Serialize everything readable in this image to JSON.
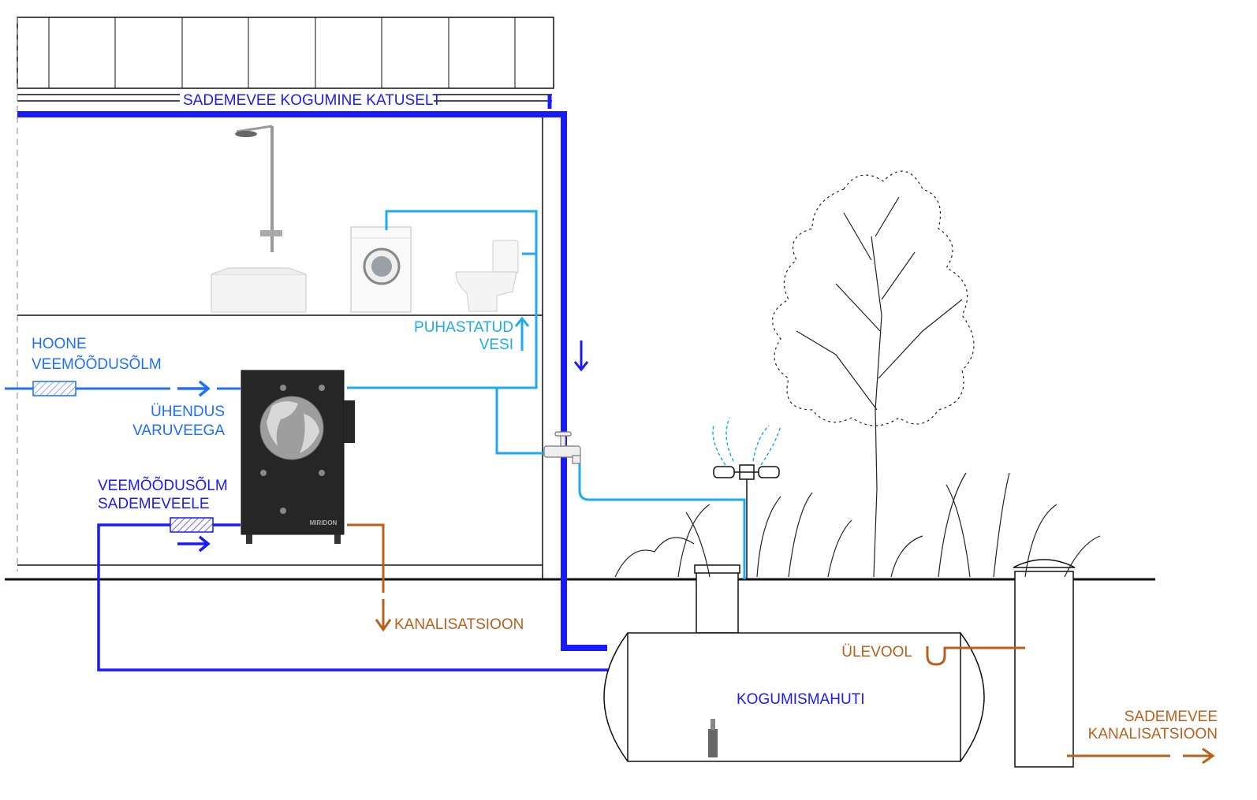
{
  "labels": {
    "roof_collection": "SADEMEVEE KOGUMINE KATUSELT",
    "building_meter_line1": "HOONE",
    "building_meter_line2": "VEEMÕÕDUSÕLM",
    "backup_line1": "ÜHENDUS",
    "backup_line2": "VARUVEEGA",
    "rain_meter_line1": "VEEMÕÕDUSÕLM",
    "rain_meter_line2": "SADEMEVEELE",
    "purified_line1": "PUHASTATUD",
    "purified_line2": "VESI",
    "sewer": "KANALISATSIOON",
    "overflow": "ÜLEVOOL",
    "tank": "KOGUMISMAHUTI",
    "storm_line1": "SADEMEVEE",
    "storm_line2": "KANALISATSIOON"
  },
  "device": {
    "brand": "MIRIDON"
  },
  "colors": {
    "rainwater": "#1a1aff",
    "mains": "#1e6fff",
    "purified": "#1eaaf0",
    "sewer": "#b8601c",
    "structure": "#111111"
  }
}
